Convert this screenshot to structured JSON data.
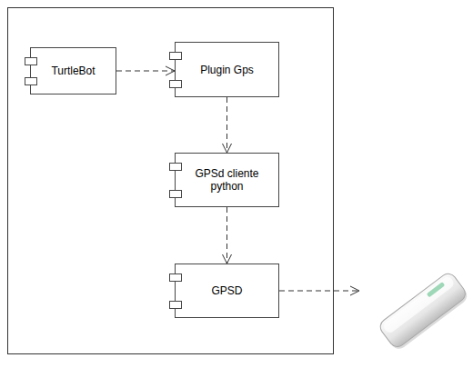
{
  "diagram": {
    "nodes": [
      {
        "text": [
          "TurtleBot"
        ]
      },
      {
        "text": [
          "Plugin Gps"
        ]
      },
      {
        "text": [
          "GPSd cliente python"
        ]
      },
      {
        "text": [
          "GPSD"
        ]
      }
    ],
    "edges": [
      {
        "from": 0,
        "to": 1,
        "arrow": "to"
      },
      {
        "from": 1,
        "to": 2,
        "arrow": "to"
      },
      {
        "from": 2,
        "to": 3,
        "arrow": "to"
      }
    ]
  }
}
